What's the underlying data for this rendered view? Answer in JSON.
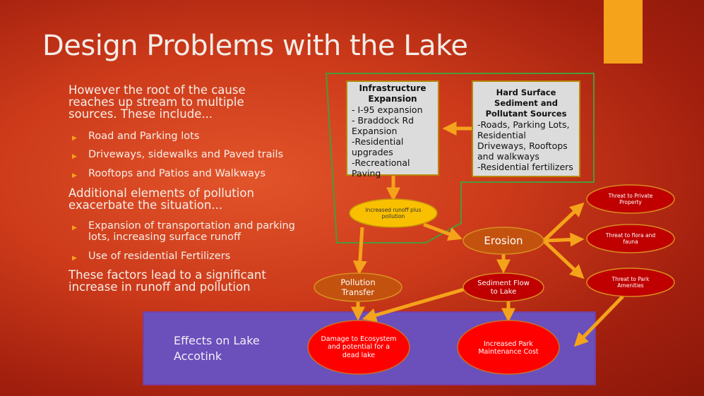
{
  "title": "Design Problems with the Lake",
  "left": {
    "intro": "However the root of the cause reaches up stream to multiple sources. These include...",
    "bullets1": [
      "Road and Parking lots",
      "Driveways, sidewalks and Paved trails",
      "Rooftops and Patios and Walkways"
    ],
    "additional": "Additional elements of pollution exacerbate the situation...",
    "bullets2": [
      "Expansion of transportation and parking lots, increasing surface runoff",
      "Use of residential Fertilizers"
    ],
    "conclusion": "These factors lead to a significant increase in runoff and pollution"
  },
  "diagram": {
    "infra": {
      "title": "Infrastructure Expansion",
      "lines": [
        "- I-95 expansion",
        "- Braddock Rd Expansion",
        "-Residential upgrades",
        "-Recreational Paving"
      ]
    },
    "hard": {
      "title": "Hard Surface Sediment and Pollutant Sources",
      "lines": [
        "-Roads, Parking Lots, Residential Driveways, Rooftops and walkways",
        "-Residential fertilizers"
      ]
    },
    "runoff": "Increased runoff plus pollution",
    "erosion": "Erosion",
    "threat_private": "Threat to Private Property",
    "threat_flora": "Threat to flora and fauna",
    "threat_park": "Threat to Park Amenities",
    "pollution_transfer": "Pollution Transfer",
    "sediment": "Sediment Flow to Lake",
    "effects": "Effects on Lake Accotink",
    "damage": "Damage to Ecosystem and potential for a dead lake",
    "maintenance": "Increased Park Maintenance Cost"
  },
  "colors": {
    "accent": "#f5a31a",
    "arrow": "#f5a31a",
    "outline": "#4a9a3a",
    "purple": "#6b4fbb"
  }
}
